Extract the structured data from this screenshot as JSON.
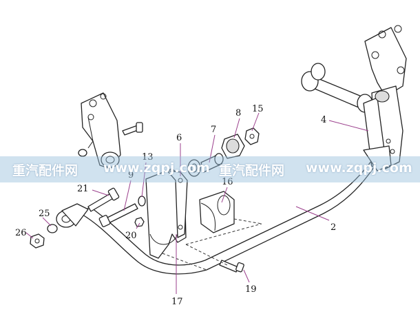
{
  "watermark": {
    "segments": [
      "重汽配件网",
      "www.zqpj.com",
      "重汽配件网",
      "www.zqpj.com"
    ]
  },
  "colors": {
    "leader_line": "#9b3f8c",
    "watermark_band": "#96bedc"
  },
  "callouts": {
    "c2": "2",
    "c4": "4",
    "c6": "6",
    "c7": "7",
    "c8": "8",
    "c9": "9",
    "c13": "13",
    "c15": "15",
    "c16": "16",
    "c17": "17",
    "c19": "19",
    "c20": "20",
    "c21": "21",
    "c25": "25",
    "c26": "26"
  }
}
